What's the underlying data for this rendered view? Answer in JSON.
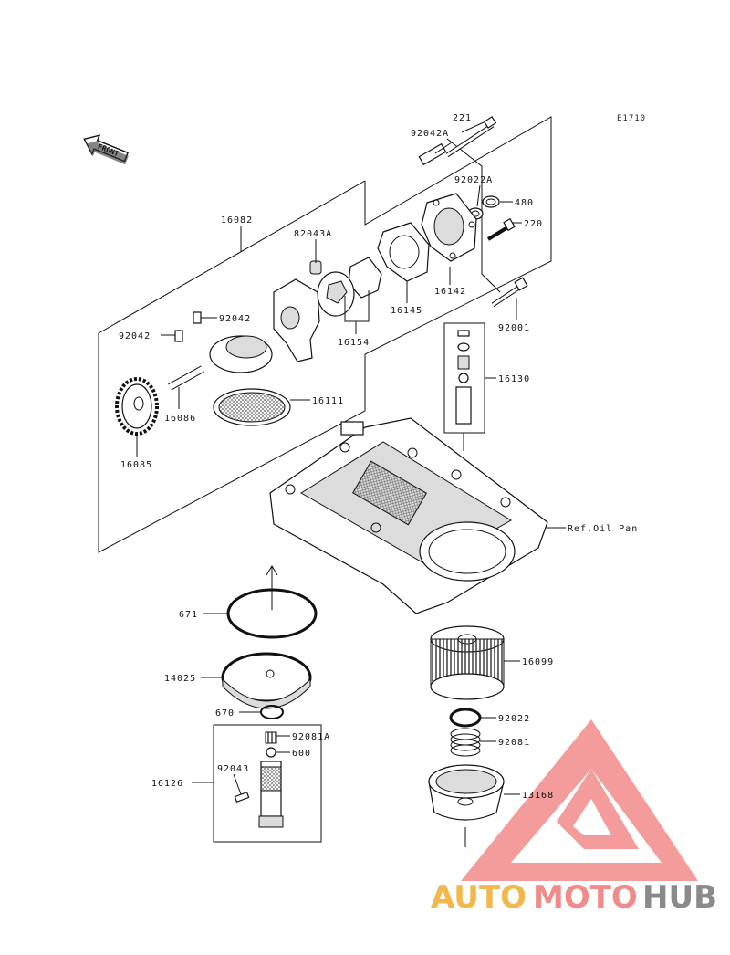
{
  "diagram_code": "E1710",
  "front_label": "FRONT",
  "ref_label": "Ref.Oil Pan",
  "parts": {
    "p221": "221",
    "p92042a": "92042A",
    "p92022a": "92022A",
    "p480": "480",
    "p220": "220",
    "p16082": "16082",
    "p82043a": "82043A",
    "p16142": "16142",
    "p16145": "16145",
    "p16154": "16154",
    "p92001": "92001",
    "p92042_top": "92042",
    "p92042_left": "92042",
    "p16130": "16130",
    "p16111": "16111",
    "p16086": "16086",
    "p16085": "16085",
    "p671": "671",
    "p14025": "14025",
    "p670": "670",
    "p16099": "16099",
    "p92022": "92022",
    "p92081a": "92081A",
    "p600": "600",
    "p92081": "92081",
    "p16126": "16126",
    "p92043": "92043",
    "p13168": "13168"
  },
  "watermark": {
    "part1": "AUTO",
    "part2": "MOTO",
    "part3": "HUB",
    "color1": "#f2b84b",
    "color2": "#f28a8a",
    "color3": "#8a8a8a"
  }
}
